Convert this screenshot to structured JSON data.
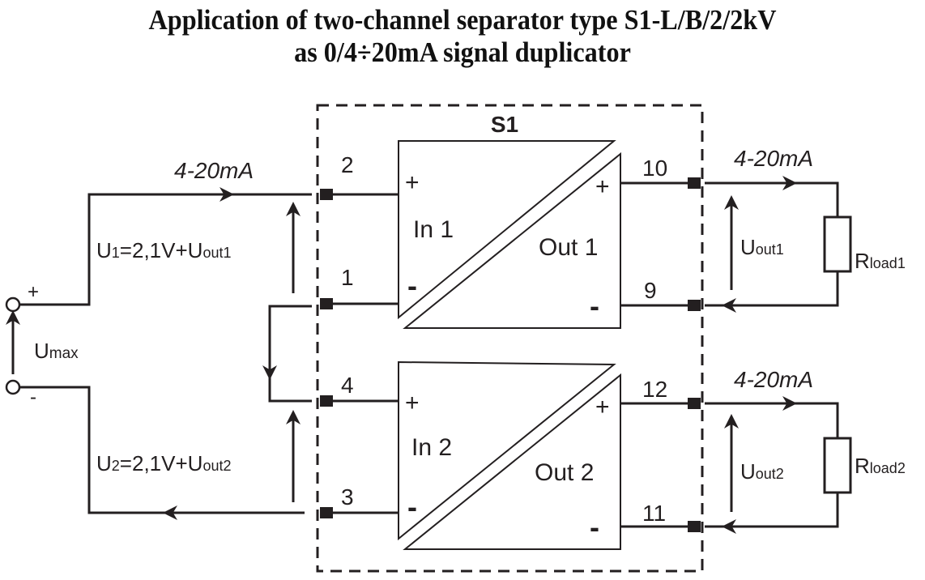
{
  "title": {
    "line1": "Application of two-channel separator type S1-L/B/2/2kV",
    "line2": "as 0/4÷20mA signal duplicator"
  },
  "device": {
    "name": "S1"
  },
  "supply": {
    "plus": "+",
    "minus": "-",
    "voltage_main": "U",
    "voltage_sub": "max"
  },
  "input_current_label": "4-20mA",
  "channels": [
    {
      "in_label": "In 1",
      "out_label": "Out 1",
      "in_plus_terminal": "2",
      "in_minus_terminal": "1",
      "out_plus_terminal": "10",
      "out_minus_terminal": "9",
      "in_voltage": {
        "main": "U",
        "sub": "1",
        "expr": "=2,1V+U",
        "expr_sub": "out1"
      },
      "out_voltage": {
        "main": "U",
        "sub": "out1"
      },
      "load": {
        "main": "R",
        "sub": "load1"
      },
      "out_current_label": "4-20mA"
    },
    {
      "in_label": "In 2",
      "out_label": "Out 2",
      "in_plus_terminal": "4",
      "in_minus_terminal": "3",
      "out_plus_terminal": "12",
      "out_minus_terminal": "11",
      "in_voltage": {
        "main": "U",
        "sub": "2",
        "expr": "=2,1V+U",
        "expr_sub": "out2"
      },
      "out_voltage": {
        "main": "U",
        "sub": "out2"
      },
      "load": {
        "main": "R",
        "sub": "load2"
      },
      "out_current_label": "4-20mA"
    }
  ],
  "polarity": {
    "plus": "+",
    "minus": "-"
  },
  "colors": {
    "line": "#231f20",
    "background": "#ffffff"
  }
}
